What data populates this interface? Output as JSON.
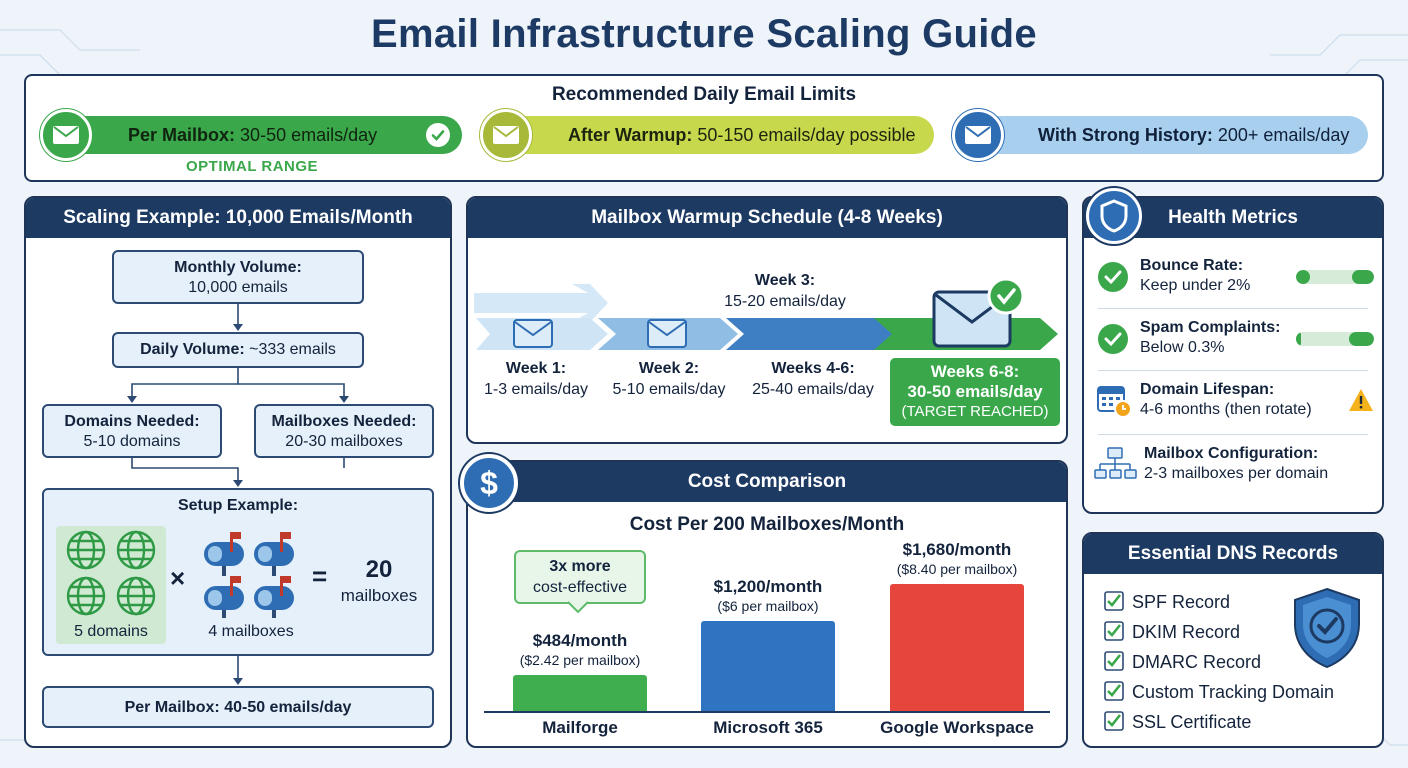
{
  "title": "Email Infrastructure Scaling Guide",
  "limits": {
    "heading": "Recommended Daily Email Limits",
    "items": [
      {
        "label": "Per Mailbox:",
        "value": "30-50 emails/day",
        "note": "OPTIMAL RANGE",
        "color": "#3aa74b",
        "pill": "#3aa74b"
      },
      {
        "label": "After Warmup:",
        "value": "50-150 emails/day possible",
        "color": "#a8b93a",
        "pill": "#c8d84c"
      },
      {
        "label": "With Strong History:",
        "value": "200+ emails/day",
        "color": "#2e6db4",
        "pill": "#a8d0ee"
      }
    ]
  },
  "scaling": {
    "heading": "Scaling Example: 10,000 Emails/Month",
    "monthly": {
      "label": "Monthly Volume:",
      "value": "10,000 emails"
    },
    "daily": {
      "label": "Daily Volume:",
      "value": "~333 emails"
    },
    "domains": {
      "label": "Domains Needed:",
      "value": "5-10 domains"
    },
    "mailboxes": {
      "label": "Mailboxes Needed:",
      "value": "20-30 mailboxes"
    },
    "setup": {
      "heading": "Setup Example:",
      "domains_caption": "5 domains",
      "mailboxes_caption": "4 mailboxes",
      "times": "×",
      "equals": "=",
      "result_number": "20",
      "result_label": "mailboxes"
    },
    "per_mailbox": "Per Mailbox: 40-50 emails/day"
  },
  "warmup": {
    "heading": "Mailbox Warmup Schedule (4-8 Weeks)",
    "steps": [
      {
        "week": "Week 1:",
        "rate": "1-3 emails/day"
      },
      {
        "week": "Week 2:",
        "rate": "5-10 emails/day"
      },
      {
        "week": "Week 3:",
        "rate": "15-20 emails/day"
      },
      {
        "week": "Weeks 4-6:",
        "rate": "25-40 emails/day"
      }
    ],
    "target": {
      "week": "Weeks 6-8:",
      "rate": "30-50 emails/day",
      "note": "(TARGET REACHED)"
    }
  },
  "cost": {
    "heading": "Cost Comparison",
    "chart_title": "Cost Per 200 Mailboxes/Month",
    "callout": [
      "3x more",
      "cost-effective"
    ],
    "bars": [
      {
        "name": "Mailforge",
        "price": "$484/month",
        "per": "($2.42 per mailbox)",
        "color": "#3fae4f"
      },
      {
        "name": "Microsoft 365",
        "price": "$1,200/month",
        "per": "($6 per mailbox)",
        "color": "#2f74c0"
      },
      {
        "name": "Google Workspace",
        "price": "$1,680/month",
        "per": "($8.40 per mailbox)",
        "color": "#e5453a"
      }
    ]
  },
  "chart_data": {
    "type": "bar",
    "title": "Cost Per 200 Mailboxes/Month",
    "categories": [
      "Mailforge",
      "Microsoft 365",
      "Google Workspace"
    ],
    "values": [
      484,
      1200,
      1680
    ],
    "xlabel": "",
    "ylabel": ""
  },
  "health": {
    "heading": "Health Metrics",
    "items": [
      {
        "label": "Bounce Rate:",
        "value": "Keep under 2%",
        "icon": "check-icon",
        "level": 0.3
      },
      {
        "label": "Spam Complaints:",
        "value": "Below 0.3%",
        "icon": "check-icon",
        "level": 0.55
      },
      {
        "label": "Domain Lifespan:",
        "value": "4-6 months (then rotate)",
        "icon": "calendar-icon"
      },
      {
        "label": "Mailbox Configuration:",
        "value": "2-3 mailboxes per domain",
        "icon": "mailbox-tree-icon"
      }
    ]
  },
  "dns": {
    "heading": "Essential DNS Records",
    "items": [
      "SPF Record",
      "DKIM Record",
      "DMARC Record",
      "Custom Tracking Domain",
      "SSL Certificate"
    ]
  }
}
